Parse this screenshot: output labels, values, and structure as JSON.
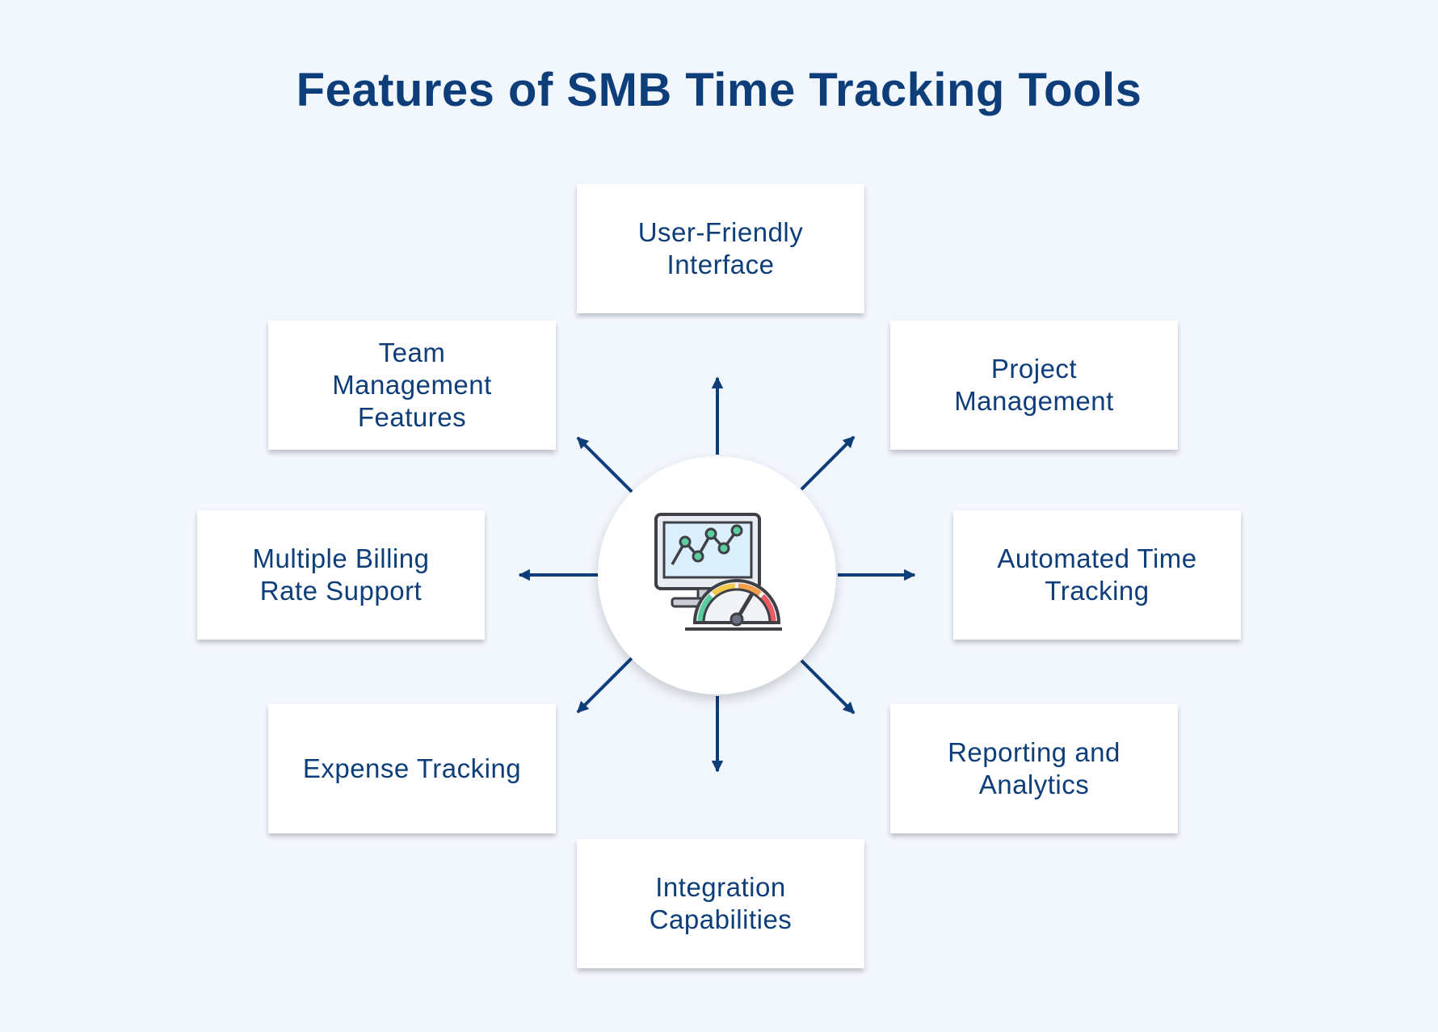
{
  "title": "Features of SMB Time Tracking Tools",
  "center": {
    "icon": "monitor-speedometer-icon"
  },
  "features": [
    {
      "id": "user-friendly-interface",
      "label": "User-Friendly\nInterface"
    },
    {
      "id": "project-management",
      "label": "Project\nManagement"
    },
    {
      "id": "automated-time-tracking",
      "label": "Automated Time\nTracking"
    },
    {
      "id": "reporting-and-analytics",
      "label": "Reporting and\nAnalytics"
    },
    {
      "id": "integration-capabilities",
      "label": "Integration\nCapabilities"
    },
    {
      "id": "expense-tracking",
      "label": "Expense Tracking"
    },
    {
      "id": "multiple-billing-rate-support",
      "label": "Multiple Billing\nRate Support"
    },
    {
      "id": "team-management-features",
      "label": "Team\nManagement\nFeatures"
    }
  ],
  "colors": {
    "background": "#f2f7fd",
    "text": "#0d3e7a",
    "arrow": "#0d3e7a",
    "card": "#ffffff"
  }
}
